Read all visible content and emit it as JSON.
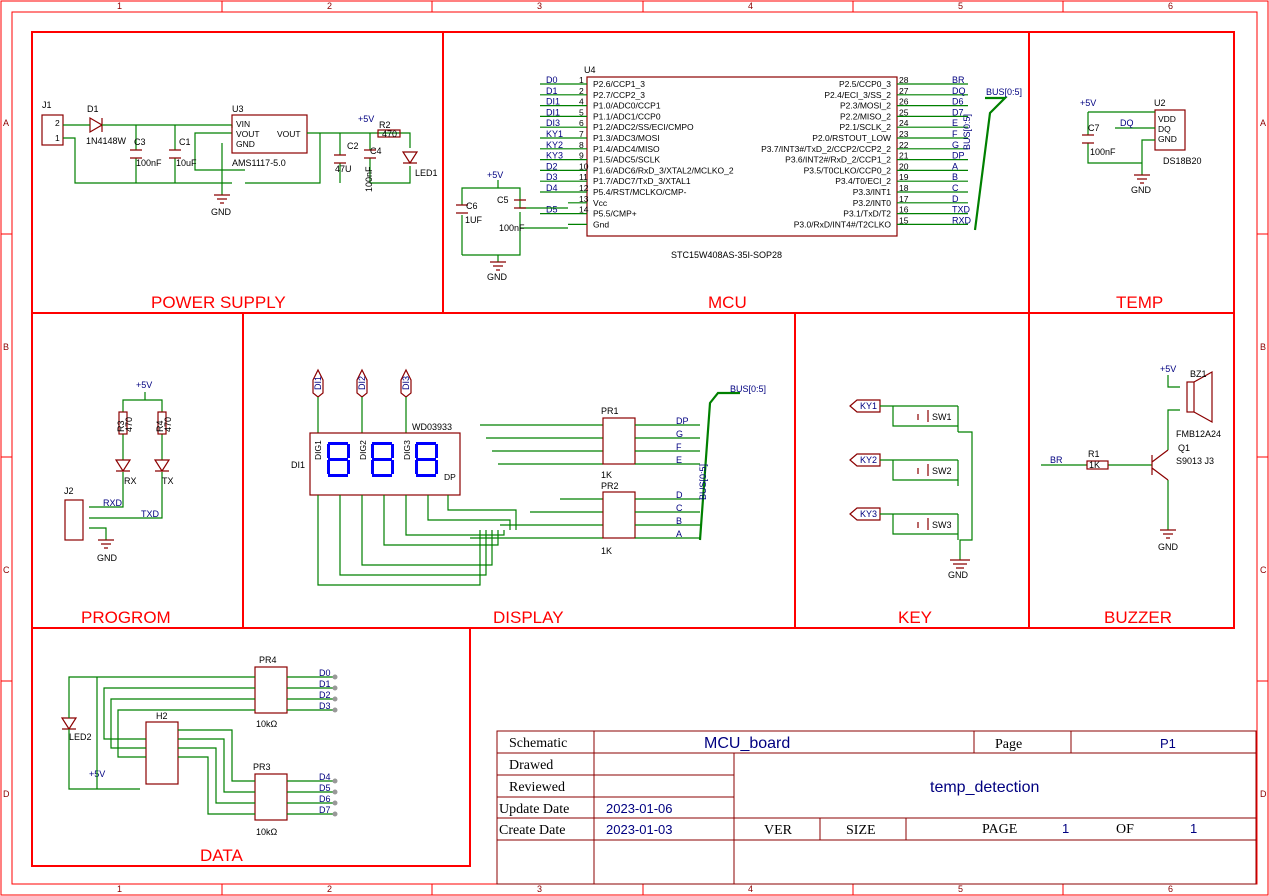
{
  "sheet": {
    "col_ticks": [
      "1",
      "2",
      "3",
      "4",
      "5",
      "6"
    ],
    "row_ticks": [
      "A",
      "B",
      "C",
      "D"
    ]
  },
  "sections": {
    "power": "POWER SUPPLY",
    "mcu": "MCU",
    "temp": "TEMP",
    "program": "PROGROM",
    "display": "DISPLAY",
    "key": "KEY",
    "buzzer": "BUZZER",
    "data": "DATA"
  },
  "power": {
    "j1": "J1",
    "d1": "D1",
    "d1_part": "1N4148W",
    "c3": "C3",
    "c3_val": "100nF",
    "c1": "C1",
    "c1_val": "10uF",
    "u3": "U3",
    "u3_part": "AMS1117-5.0",
    "u3_vin": "VIN",
    "u3_vout": "VOUT",
    "u3_gnd": "GND",
    "u3_vout2": "VOUT",
    "c2": "C2",
    "c2_val": "47U",
    "c4": "C4",
    "c4_val": "100nF",
    "r2": "R2",
    "r2_val": "470",
    "led1": "LED1",
    "vcc": "+5V",
    "gnd": "GND"
  },
  "mcu": {
    "u4": "U4",
    "part": "STC15W408AS-35I-SOP28",
    "left_pins": [
      {
        "n": "1",
        "name": "P2.6/CCP1_3",
        "net": "D0"
      },
      {
        "n": "2",
        "name": "P2.7/CCP2_3",
        "net": "D1"
      },
      {
        "n": "4",
        "name": "P1.0/ADC0/CCP1",
        "net": "DI1"
      },
      {
        "n": "5",
        "name": "P1.1/ADC1/CCP0",
        "net": "DI1"
      },
      {
        "n": "6",
        "name": "P1.2/ADC2/SS/ECI/CMPO",
        "net": "DI3"
      },
      {
        "n": "7",
        "name": "P1.3/ADC3/MOSI",
        "net": "KY1"
      },
      {
        "n": "8",
        "name": "P1.4/ADC4/MISO",
        "net": "KY2"
      },
      {
        "n": "9",
        "name": "P1.5/ADC5/SCLK",
        "net": "KY3"
      },
      {
        "n": "10",
        "name": "P1.6/ADC6/RxD_3/XTAL2/MCLKO_2",
        "net": "D2"
      },
      {
        "n": "11",
        "name": "P1.7/ADC7/TxD_3/XTAL1",
        "net": "D3"
      },
      {
        "n": "12",
        "name": "P5.4/RST/MCLKO/CMP-",
        "net": "D4"
      },
      {
        "n": "13",
        "name": "Vcc",
        "net": ""
      },
      {
        "n": "14",
        "name": "P5.5/CMP+",
        "net": "D5"
      },
      {
        "n": "",
        "name": "Gnd",
        "net": ""
      }
    ],
    "right_pins": [
      {
        "n": "28",
        "name": "P2.5/CCP0_3",
        "net": "BR"
      },
      {
        "n": "27",
        "name": "P2.4/ECI_3/SS_2",
        "net": "DQ"
      },
      {
        "n": "26",
        "name": "P2.3/MOSI_2",
        "net": "D6"
      },
      {
        "n": "25",
        "name": "P2.2/MISO_2",
        "net": "D7"
      },
      {
        "n": "24",
        "name": "P2.1/SCLK_2",
        "net": "E"
      },
      {
        "n": "23",
        "name": "P2.0/RSTOUT_LOW",
        "net": "F"
      },
      {
        "n": "22",
        "name": "P3.7/INT3#/TxD_2/CCP2/CCP2_2",
        "net": "G"
      },
      {
        "n": "21",
        "name": "P3.6/INT2#/RxD_2/CCP1_2",
        "net": "DP"
      },
      {
        "n": "20",
        "name": "P3.5/T0CLKO/CCP0_2",
        "net": "A"
      },
      {
        "n": "19",
        "name": "P3.4/T0/ECI_2",
        "net": "B"
      },
      {
        "n": "18",
        "name": "P3.3/INT1",
        "net": "C"
      },
      {
        "n": "17",
        "name": "P3.2/INT0",
        "net": "D"
      },
      {
        "n": "16",
        "name": "P3.1/TxD/T2",
        "net": "TXD"
      },
      {
        "n": "15",
        "name": "P3.0/RxD/INT4#/T2CLKO",
        "net": "RXD"
      }
    ],
    "bus": "BUS[0:5]",
    "c6": "C6",
    "c6_val": "1UF",
    "c5": "C5",
    "c5_val": "100nF",
    "vcc": "+5V",
    "gnd": "GND"
  },
  "temp": {
    "vcc": "+5V",
    "c7": "C7",
    "c7_val": "100nF",
    "dq": "DQ",
    "u2": "U2",
    "part": "DS18B20",
    "pins": [
      "VDD",
      "DQ",
      "GND"
    ],
    "gnd": "GND"
  },
  "program": {
    "vcc": "+5V",
    "r3": "R3",
    "r3_val": "470",
    "r4": "R4",
    "r4_val": "470",
    "rx": "RX",
    "tx": "TX",
    "j2": "J2",
    "rxd": "RXD",
    "txd": "TXD",
    "gnd": "GND"
  },
  "display": {
    "dig_nets": [
      "DI1",
      "DI2",
      "DI3"
    ],
    "di1": "DI1",
    "part": "WD03933",
    "digs": [
      "DIG1",
      "DIG2",
      "DIG3"
    ],
    "seg_pins": [
      "A",
      "B",
      "C",
      "D",
      "E",
      "F",
      "G",
      "DP"
    ],
    "bus": "BUS[0:5]",
    "pr1": "PR1",
    "pr1_val": "1K",
    "pr1_nets": [
      "DP",
      "G",
      "F",
      "E"
    ],
    "pr2": "PR2",
    "pr2_val": "1K",
    "pr2_nets": [
      "D",
      "C",
      "B",
      "A"
    ],
    "dp": "DP"
  },
  "key": {
    "nets": [
      "KY1",
      "KY2",
      "KY3"
    ],
    "switches": [
      "SW1",
      "SW2",
      "SW3"
    ],
    "gnd": "GND"
  },
  "buzzer": {
    "vcc": "+5V",
    "bz1": "BZ1",
    "bz_part": "FMB12A24",
    "q1": "Q1",
    "q1_part": "S9013 J3",
    "r1": "R1",
    "r1_val": "1K",
    "br": "BR",
    "gnd": "GND"
  },
  "data": {
    "pr4": "PR4",
    "pr4_val": "10kΩ",
    "pr3": "PR3",
    "pr3_val": "10kΩ",
    "top_nets": [
      "D0",
      "D1",
      "D2",
      "D3"
    ],
    "bot_nets": [
      "D4",
      "D5",
      "D6",
      "D7"
    ],
    "h2": "H2",
    "led2": "LED2",
    "vcc": "+5V"
  },
  "title_block": {
    "schematic_label": "Schematic",
    "schematic_value": "MCU_board",
    "page_label": "Page",
    "page_value": "P1",
    "drawed_label": "Drawed",
    "reviewed_label": "Reviewed",
    "project": "temp_detection",
    "update_label": "Update Date",
    "update_value": "2023-01-06",
    "create_label": "Create Date",
    "create_value": "2023-01-03",
    "ver_label": "VER",
    "size_label": "SIZE",
    "page2_label": "PAGE",
    "page2_value": "1",
    "of_label": "OF",
    "of_value": "1"
  }
}
